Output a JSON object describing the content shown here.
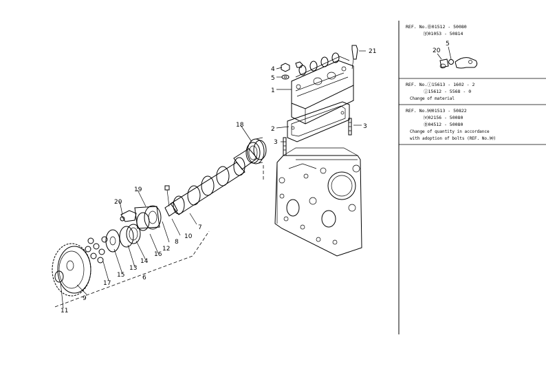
{
  "callouts": {
    "c1": "1",
    "c2": "2",
    "c3": "3",
    "c3b": "3",
    "c4": "4",
    "c5": "5",
    "c6": "6",
    "c7": "7",
    "c8": "8",
    "c9": "9",
    "c10": "10",
    "c11": "11",
    "c12": "12",
    "c13": "13",
    "c14": "14",
    "c15": "15",
    "c16": "16",
    "c17": "17",
    "c18": "18",
    "c19": "19",
    "c20": "20",
    "c21": "21"
  },
  "panel": {
    "block1": {
      "line1": "REF. No.Ⓓ01512 - 50080",
      "line2": "⒴01053 - 50814",
      "inset_label_20": "20",
      "inset_label_5": "5"
    },
    "block2": {
      "line1": "REF. No.ⓘ15613 - 1602 - 2",
      "line2": "ⓙ15612 - 5568 - 0",
      "line3": "Change of material"
    },
    "block3": {
      "line1": "REF. No.⒲01513 - 50822",
      "line2": "⒱02156 - 50080",
      "line3": "Ⓓ04512 - 50080",
      "line4": "Change of quantity in accordance",
      "line5": "with adoption of bolts (REF. No.⒲)"
    }
  }
}
